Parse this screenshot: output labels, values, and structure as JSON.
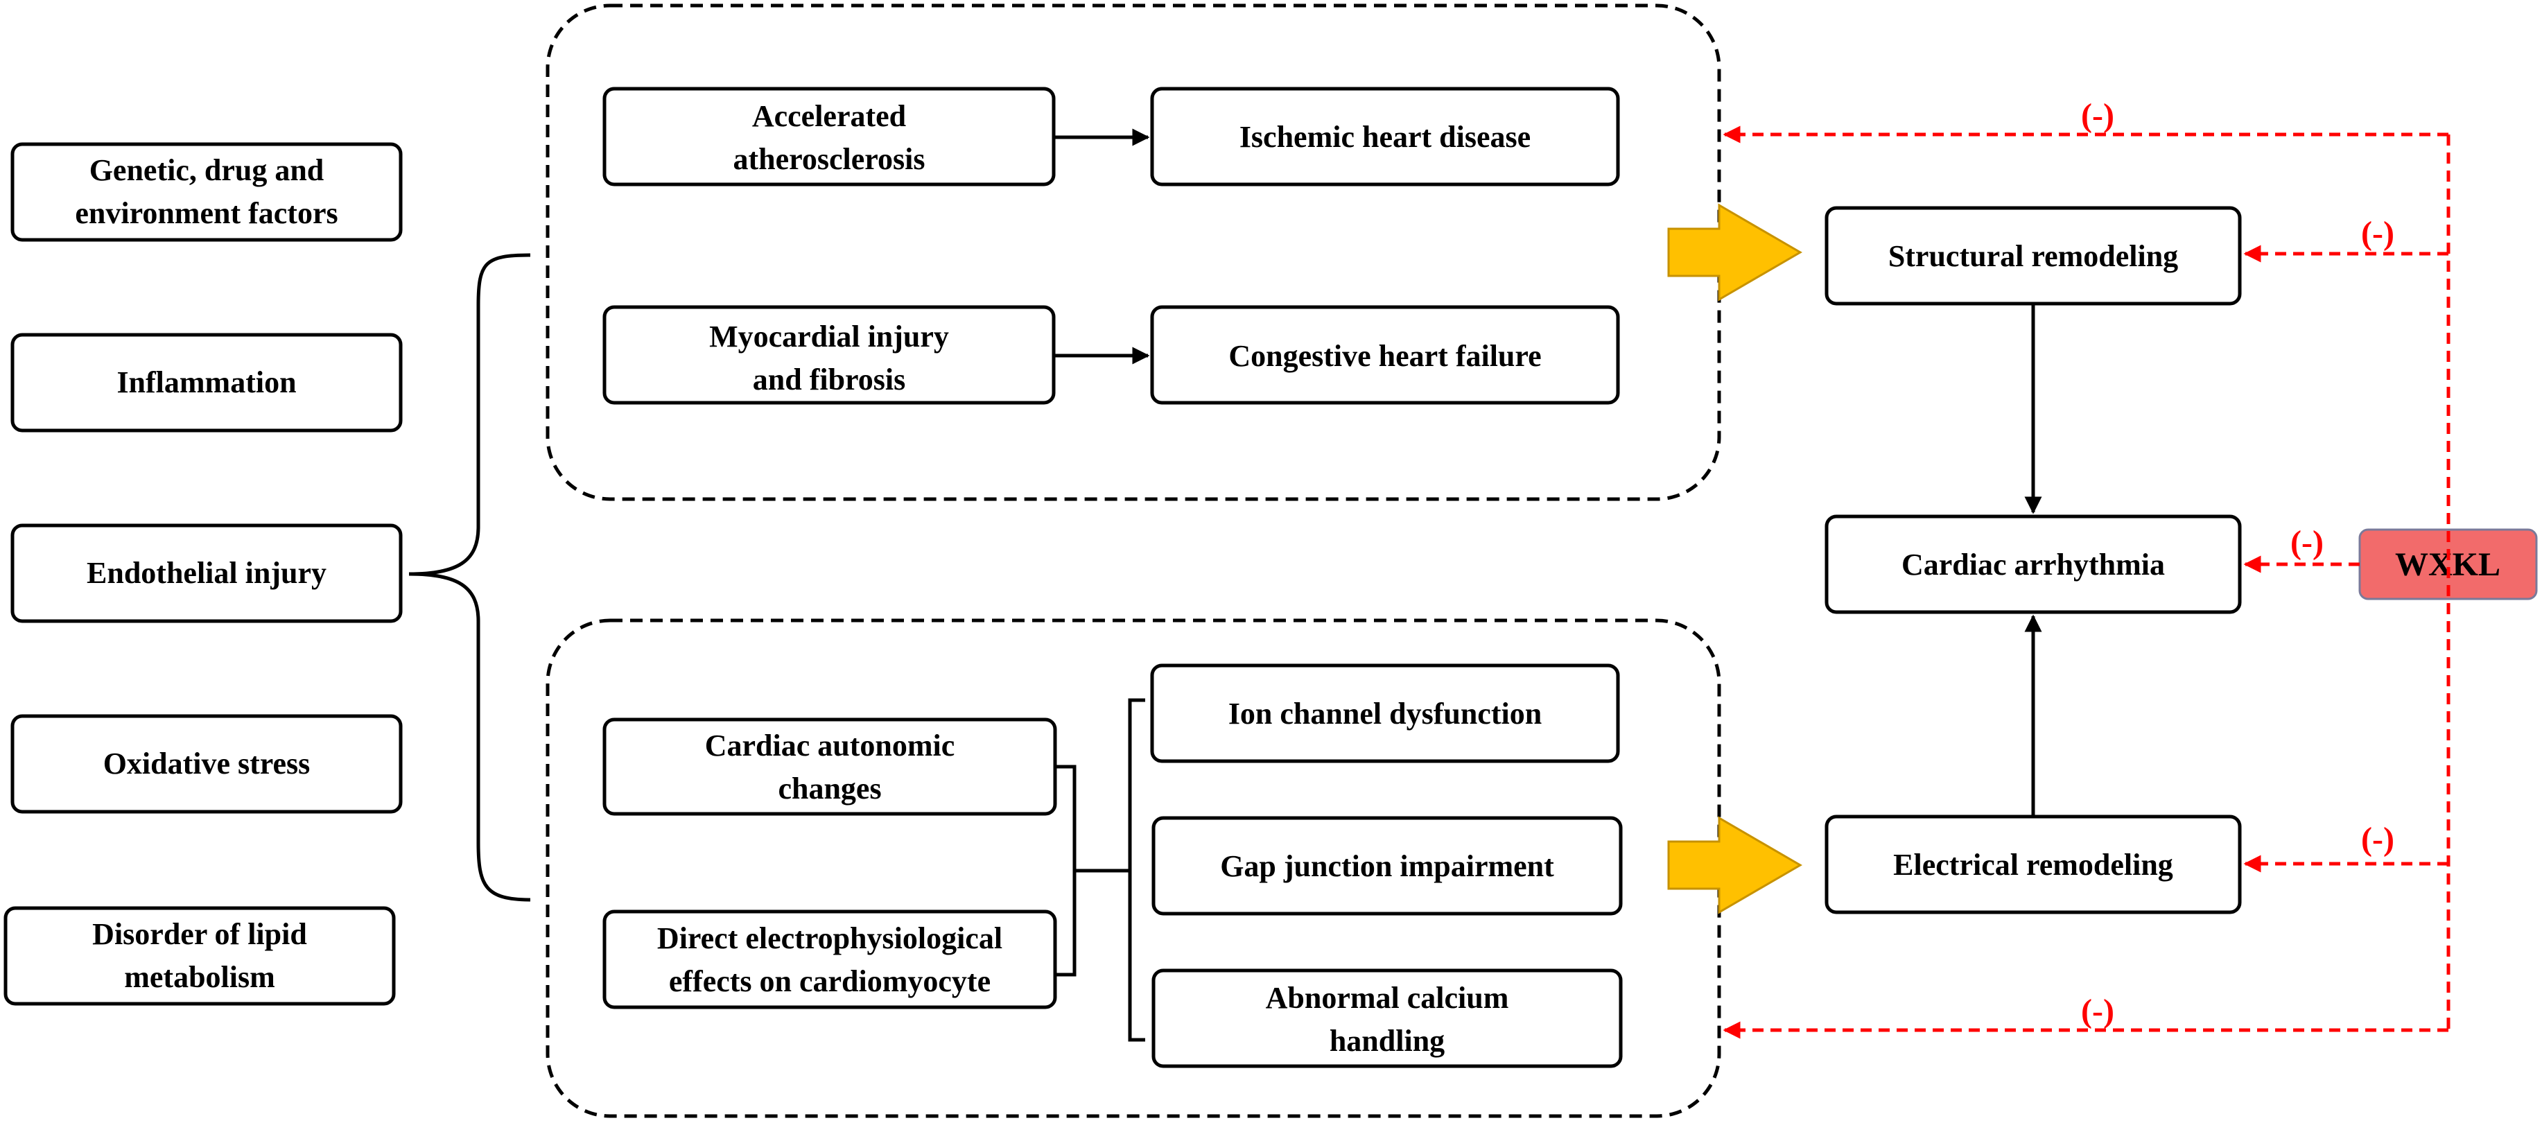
{
  "factors": [
    [
      "Genetic, drug and",
      "environment  factors"
    ],
    [
      "Inflammation"
    ],
    [
      "Endothelial  injury"
    ],
    [
      "Oxidative  stress"
    ],
    [
      "Disorder of lipid",
      "metabolism"
    ]
  ],
  "structural_group": {
    "accelerated": [
      "Accelerated",
      "atherosclerosis"
    ],
    "ischemic": [
      "Ischemic heart disease"
    ],
    "myocardial": [
      "Myocardial injury",
      "and fibrosis"
    ],
    "congestive": [
      "Congestive heart failure"
    ]
  },
  "electrical_group": {
    "autonomic": [
      "Cardiac  autonomic",
      "changes"
    ],
    "direct": [
      "Direct electrophysiological",
      "effects on cardiomyocyte"
    ],
    "ion": [
      "Ion channel dysfunction"
    ],
    "gap": [
      "Gap junction  impairment"
    ],
    "calcium": [
      "Abnormal  calcium",
      "handling"
    ]
  },
  "outcomes": {
    "structural": [
      "Structural  remodeling"
    ],
    "arrhythmia": [
      "Cardiac  arrhythmia"
    ],
    "electrical": [
      "Electrical remodeling"
    ]
  },
  "wxkl": {
    "label": "WXKL",
    "color": "#f26b6b"
  },
  "inhibition_label": "(-)",
  "colors": {
    "inhibition": "#ff0000",
    "big_arrow": "#ffc000",
    "big_arrow_stroke": "#c79200"
  }
}
